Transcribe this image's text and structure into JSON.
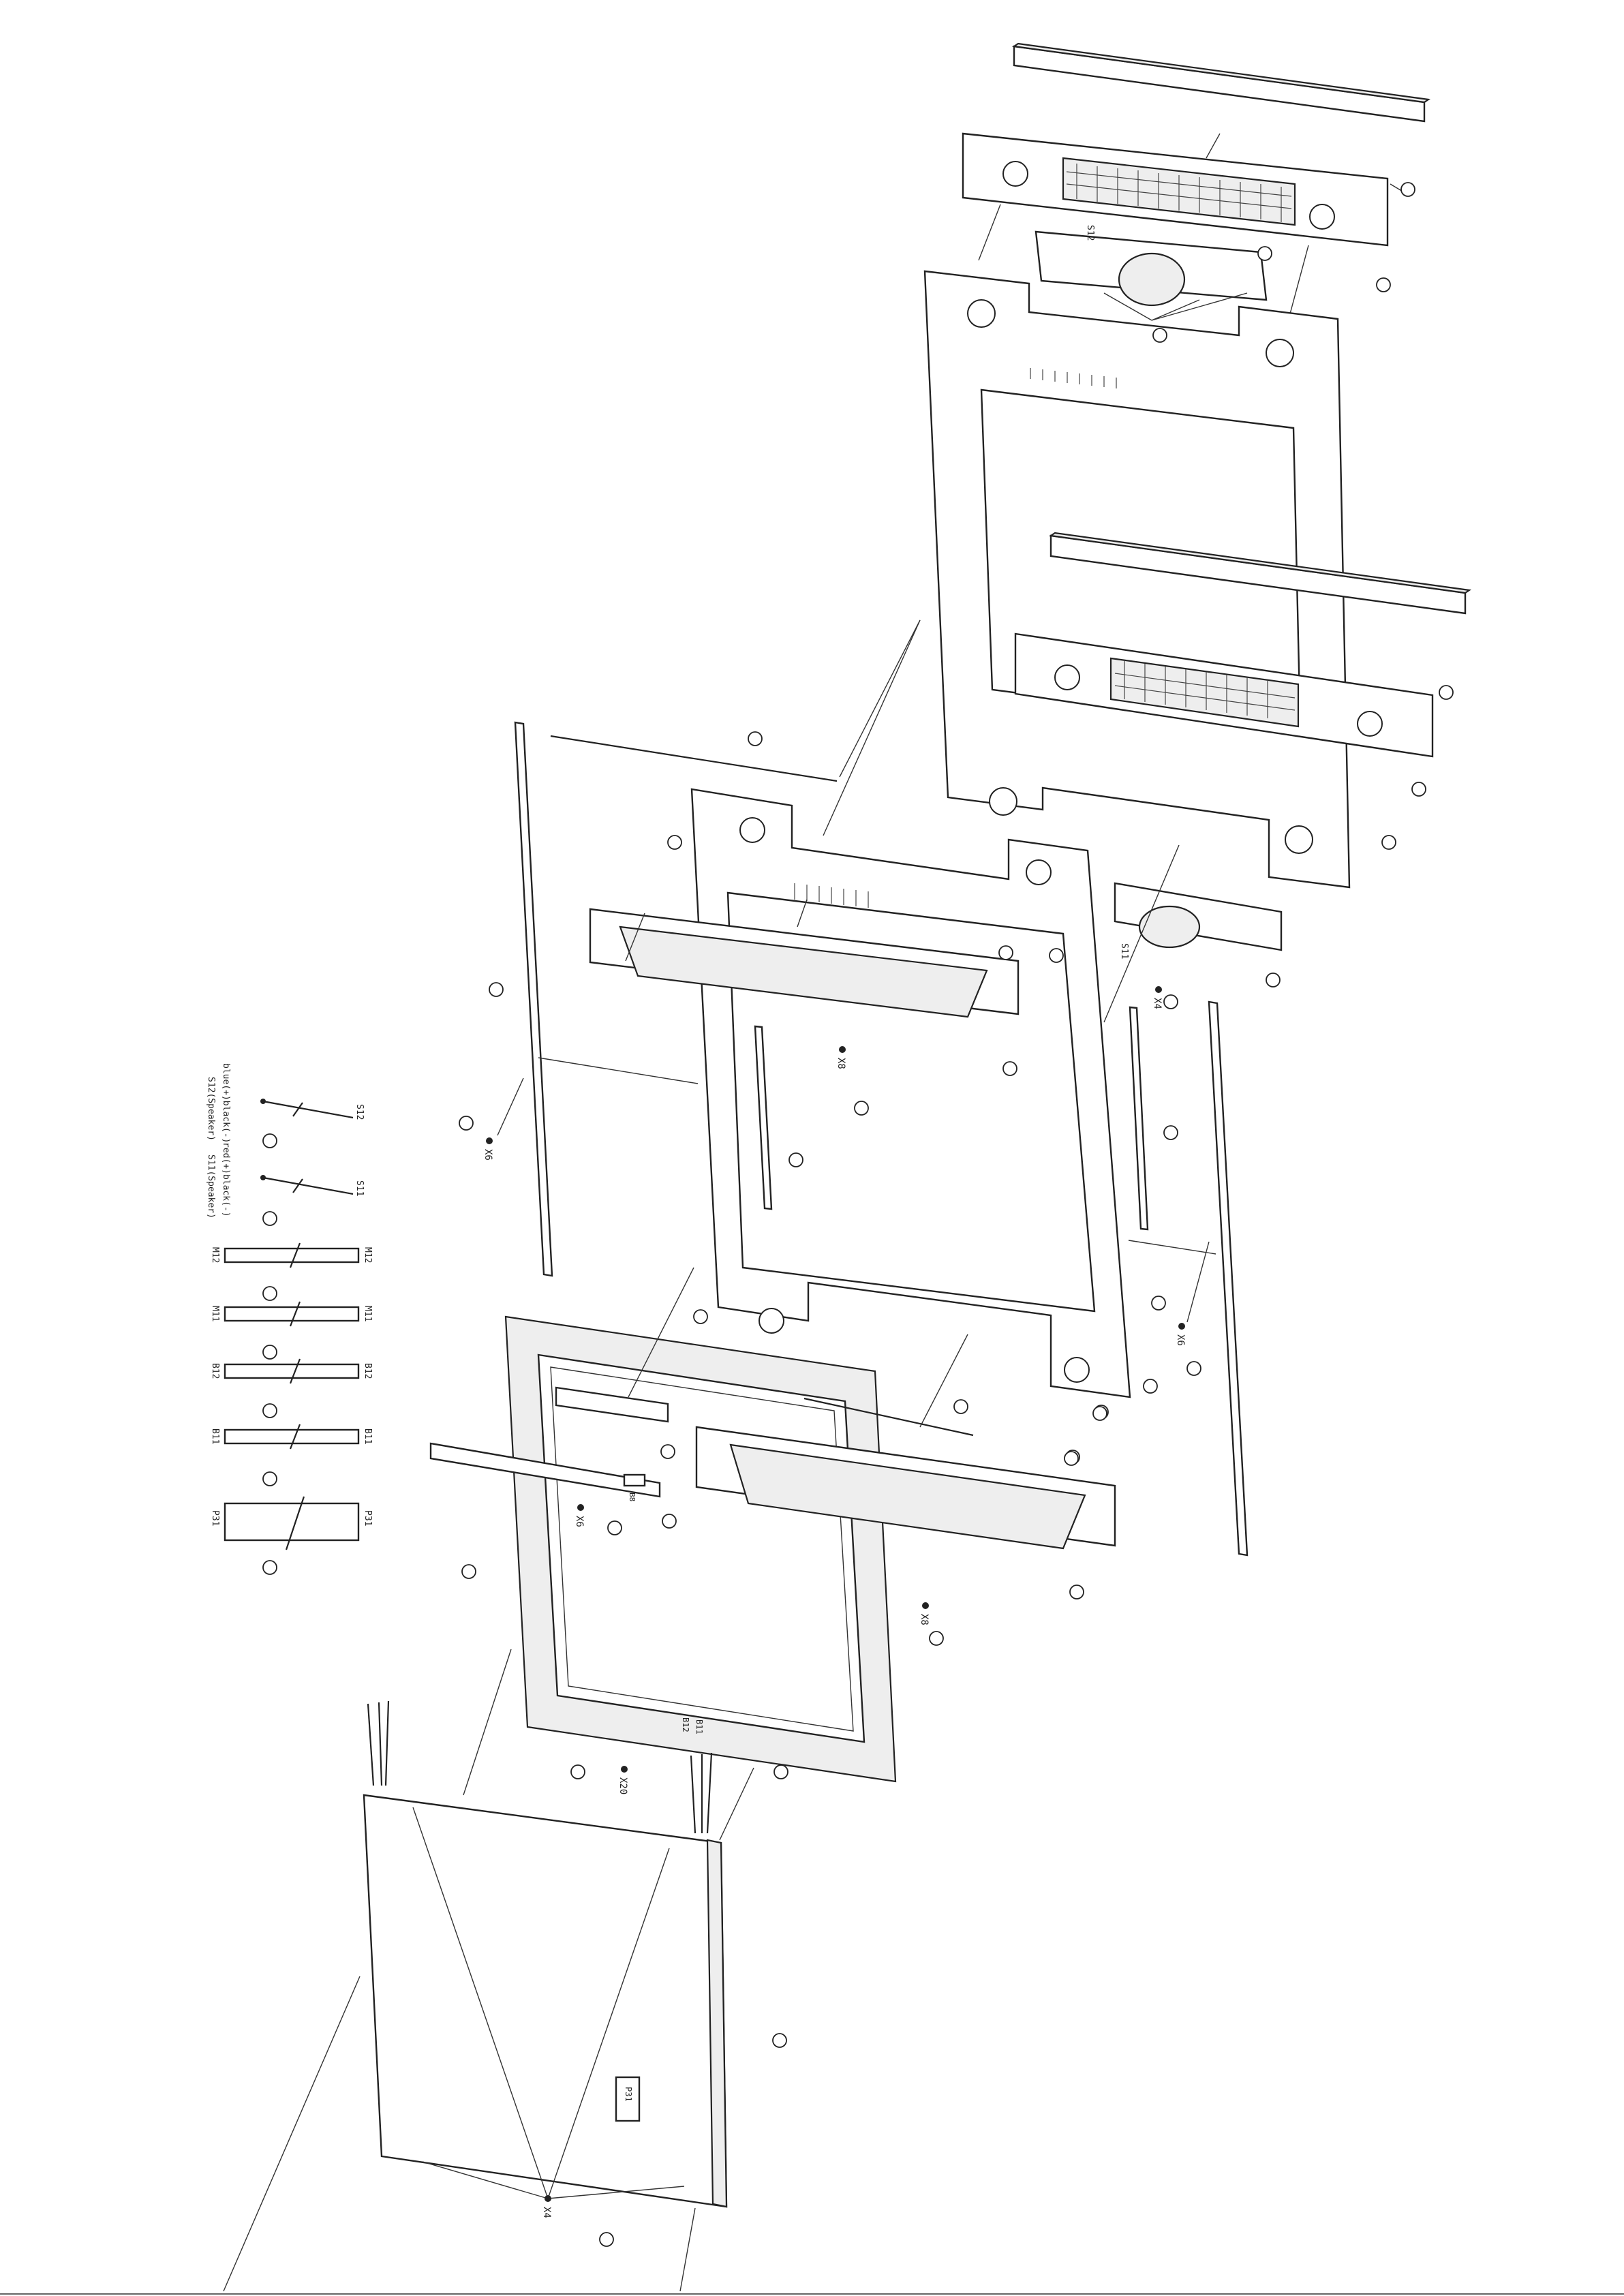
{
  "cable_labels": {
    "s12_end": "S12",
    "s12_wire_colors": "blue(+)black(-)",
    "s12_name": "S12(Speaker)",
    "s11_end": "S11",
    "s11_wire_colors": "red(+)black(-)",
    "s11_name": "S11(Speaker)",
    "m12_left": "M12",
    "m12_right": "M12",
    "m11_left": "M11",
    "m11_right": "M11",
    "b12_left": "B12",
    "b12_right": "B12",
    "b11_left": "B11",
    "b11_right": "B11",
    "p31_left": "P31",
    "p31_right": "P31"
  },
  "screw_labels": {
    "top_speaker_screws": "X4",
    "right_speaker_screws": "X4",
    "frame_screws": "X8",
    "left_rail_screws": "X6",
    "right_rail_screws": "X6",
    "bracket_screws": "X6",
    "lower_tray_screws": "X8",
    "bezel_screws": "X20",
    "back_panel_screws": "X4"
  },
  "part_labels": {
    "back_cover_connector": "P31",
    "bracket_connector": "B8",
    "top_speaker_tag": "S12",
    "right_speaker_tag": "S11",
    "bezel_cable_tag_left": "B12",
    "bezel_cable_tag_right": "B11"
  }
}
